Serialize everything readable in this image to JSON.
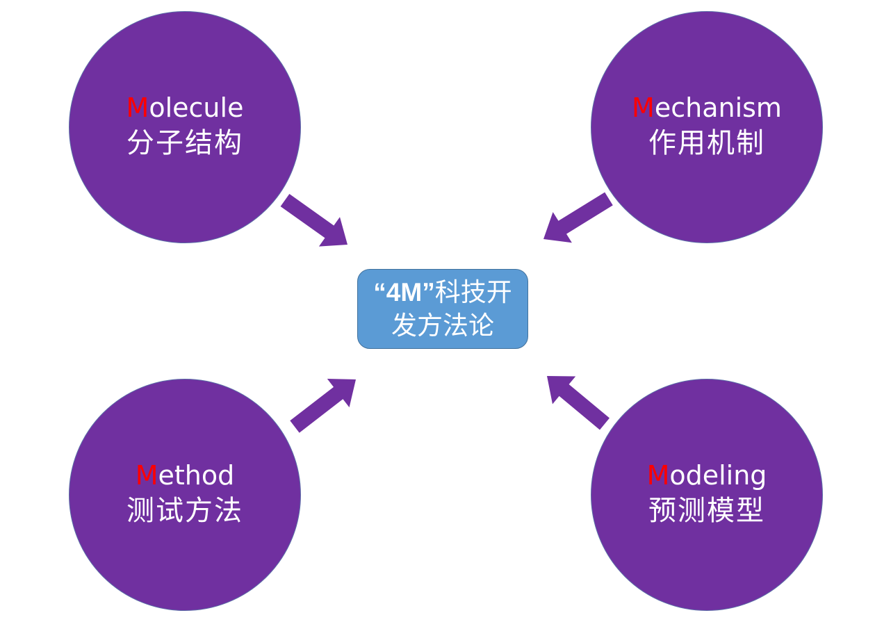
{
  "center": {
    "line1_bold": "“4M”",
    "line1_rest": "科技开",
    "line2": "发方法论"
  },
  "nodes": [
    {
      "initial": "M",
      "rest": "olecule",
      "zh": "分子结构"
    },
    {
      "initial": "M",
      "rest": "echanism",
      "zh": "作用机制"
    },
    {
      "initial": "M",
      "rest": "ethod",
      "zh": "测试方法"
    },
    {
      "initial": "M",
      "rest": "odeling",
      "zh": "预测模型"
    }
  ],
  "colors": {
    "circle": "#7030a0",
    "box": "#5b9bd5",
    "initial": "#ff0000",
    "arrow": "#7030a0"
  }
}
